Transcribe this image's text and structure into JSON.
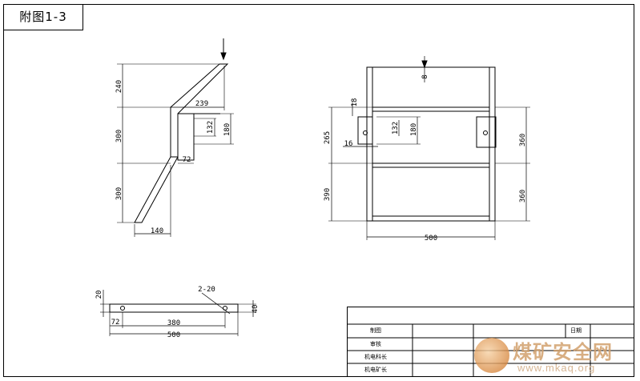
{
  "figure_label": "附图1-3",
  "side_view": {
    "dims": {
      "top_rise": "240",
      "top_run": "239",
      "mid_height": "300",
      "bracket_w": "132",
      "bracket_h": "180",
      "small": "72",
      "lower_height": "300",
      "bottom_run": "140"
    }
  },
  "front_view": {
    "dims": {
      "top_gap": "8",
      "upper_gap": "18",
      "left_upper": "265",
      "bracket_w": "132",
      "bracket_h": "180",
      "hole": "16",
      "lower_left": "390",
      "right_upper": "360",
      "right_lower": "360",
      "width": "500"
    }
  },
  "plan_view": {
    "dims": {
      "thickness": "20",
      "holes": "2-20",
      "height": "40",
      "offset": "72",
      "hole_span": "380",
      "width": "500"
    }
  },
  "title_block": {
    "labels": {
      "drawn": "制图",
      "checked": "审核",
      "mech_chief": "机电科长",
      "mech_head": "机电矿长",
      "date": "日期"
    }
  },
  "watermark": {
    "title": "煤矿安全网",
    "url": "www.mkaq.org"
  }
}
